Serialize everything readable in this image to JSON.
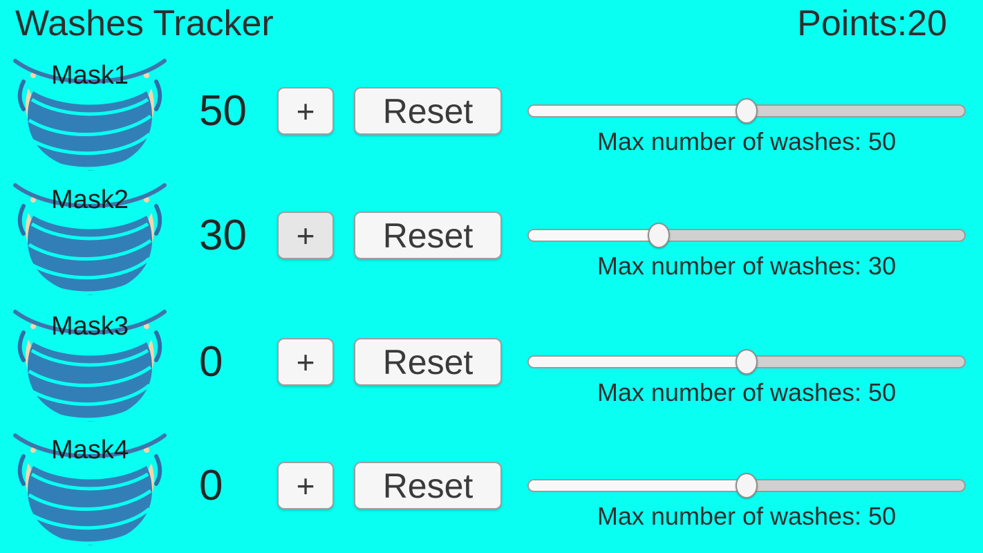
{
  "header": {
    "title": "Washes Tracker",
    "points_label": "Points:",
    "points_value": "20"
  },
  "colors": {
    "background": "#09FFF2",
    "mask_body": "#327FB7",
    "mask_seam": "#3F74AB",
    "mask_strap": "#2F6EA6",
    "ear_peach": "#F6D5AB",
    "text_dark": "#2D2D2D",
    "button_face": "#F6F6F6",
    "button_face_highlighted": "#E6E6E6",
    "button_border": "#9E9E9E",
    "slider_fill": "#F8F8F8",
    "slider_track": "#D0D0D0"
  },
  "rows": [
    {
      "icon": "mask-icon",
      "name": "Mask1",
      "count": "50",
      "plus_label": "+",
      "reset_label": "Reset",
      "slider_value": 50,
      "max_washes_label": "Max number of washes: 50",
      "plus_highlighted": false
    },
    {
      "icon": "mask-icon",
      "name": "Mask2",
      "count": "30",
      "plus_label": "+",
      "reset_label": "Reset",
      "slider_value": 30,
      "max_washes_label": "Max number of washes: 30",
      "plus_highlighted": true
    },
    {
      "icon": "mask-icon",
      "name": "Mask3",
      "count": "0",
      "plus_label": "+",
      "reset_label": "Reset",
      "slider_value": 50,
      "max_washes_label": "Max number of washes: 50",
      "plus_highlighted": false
    },
    {
      "icon": "mask-icon",
      "name": "Mask4",
      "count": "0",
      "plus_label": "+",
      "reset_label": "Reset",
      "slider_value": 50,
      "max_washes_label": "Max number of washes: 50",
      "plus_highlighted": false
    }
  ]
}
